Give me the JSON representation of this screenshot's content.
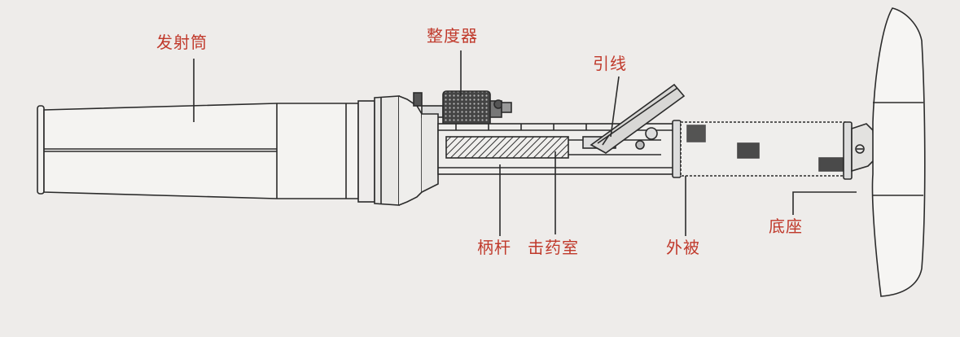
{
  "labels": {
    "launch_tube": "发射筒",
    "sight": "整度器",
    "lanyard": "引线",
    "handle": "柄杆",
    "firing_chamber": "击药室",
    "outer_cover": "外被",
    "base": "底座"
  },
  "colors": {
    "label": "#c0392b",
    "line": "#2b2b2b",
    "background": "#eeecea"
  }
}
